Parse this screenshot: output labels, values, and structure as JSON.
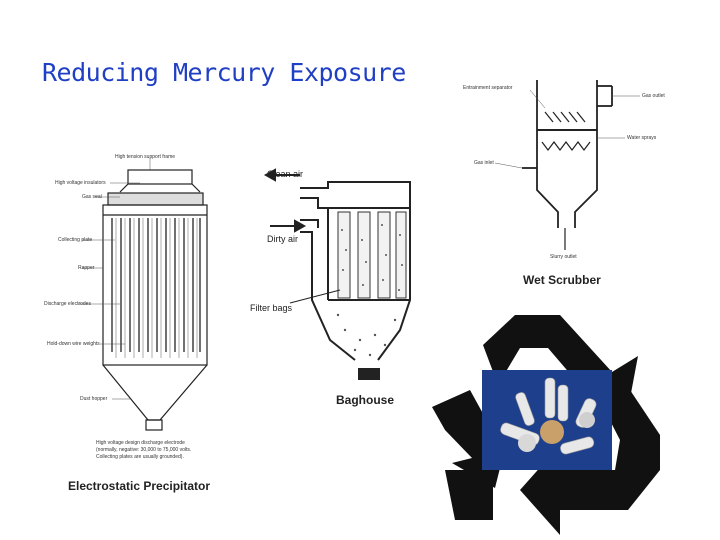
{
  "slide": {
    "title": "Reducing Mercury Exposure"
  },
  "esp": {
    "caption": "Electrostatic Precipitator",
    "labels": {
      "support_frame": "High tension support frame",
      "insulators": "High voltage insulators",
      "gas_seal": "Gas seal",
      "collecting_plate": "Collecting plate",
      "rapper": "Rapper",
      "discharge_electrodes": "Discharge electrodes",
      "wire_weights": "Hold-down wire weights",
      "dust_hopper": "Dust hopper",
      "note": "High voltage design discharge electrode (normally, negative: 30,000 to 75,000 volts. Collecting plates are usually grounded)."
    }
  },
  "baghouse": {
    "caption": "Baghouse",
    "labels": {
      "clean_air": "Clean air",
      "dirty_air": "Dirty air",
      "filter_bags": "Filter bags"
    }
  },
  "scrubber": {
    "caption": "Wet Scrubber",
    "labels": {
      "separator": "Entrainment separator",
      "gas_outlet": "Gas outlet",
      "water_sprays": "Water sprays",
      "gas_inlet": "Gas inlet",
      "slurry_outlet": "Slurry outlet"
    }
  },
  "recycle": {
    "icon": "recycle-icon",
    "image": "compact-fluorescent-bulbs",
    "colors": {
      "arrows": "#111111",
      "panel": "#1e3f8c"
    }
  }
}
